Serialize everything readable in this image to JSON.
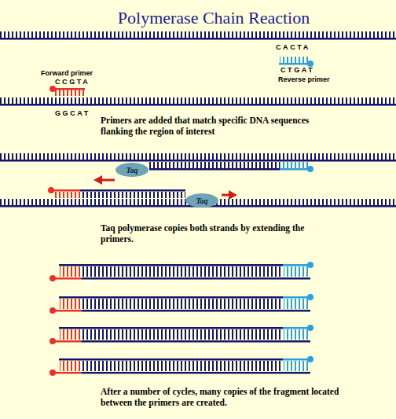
{
  "diagram": {
    "title": "Polymerase Chain Reaction",
    "nodes": [
      {
        "text": [
          "Taq"
        ]
      },
      {
        "text": [
          "Taq"
        ]
      }
    ],
    "labels": [
      "CACTA",
      "Forward primer",
      "CCGTA",
      "CTGAT",
      "Reverse primer",
      "GGCAT",
      "Primers are added that match specific DNA sequences flanking the region of interest",
      "Taq polymerase copies both strands by extending the primers.",
      "After a number of cycles, many copies of the fragment located between the primers are created."
    ]
  }
}
